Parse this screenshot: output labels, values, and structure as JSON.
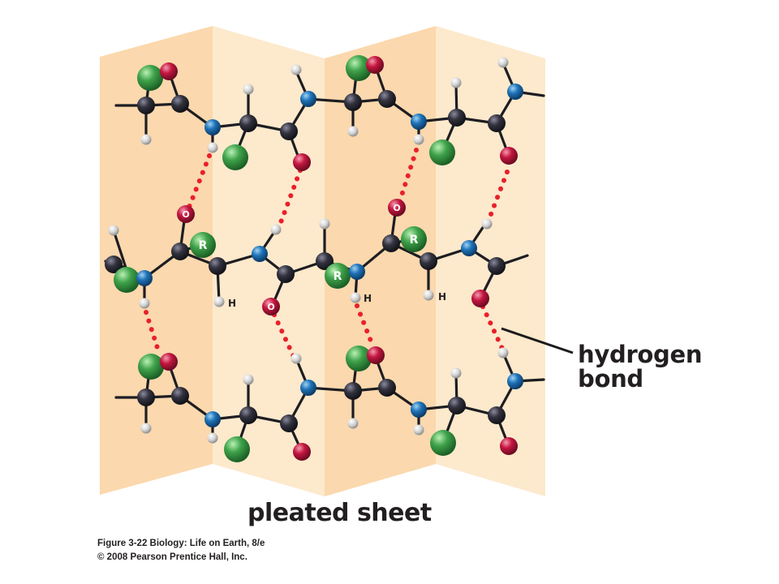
{
  "diagram": {
    "label_hydrogen_bond_line1": "hydrogen",
    "label_hydrogen_bond_line2": "bond",
    "caption": "pleated sheet",
    "credit_line1": "Figure 3-22  Biology: Life on Earth, 8/e",
    "credit_line2": "© 2008 Pearson Prentice Hall, Inc.",
    "atom_letters": {
      "oxygen": "O",
      "r_group": "R",
      "hydrogen": "H"
    },
    "colors": {
      "sheet_dark": "#fbd8ad",
      "sheet_light": "#fde9cc",
      "carbon": "#2b2b36",
      "nitrogen": "#1e73b8",
      "oxygen": "#c4163f",
      "hydrogen": "#dcdcdc",
      "r_group": "#3fa24a",
      "hbond": "#e8202a",
      "text": "#231f20"
    }
  }
}
